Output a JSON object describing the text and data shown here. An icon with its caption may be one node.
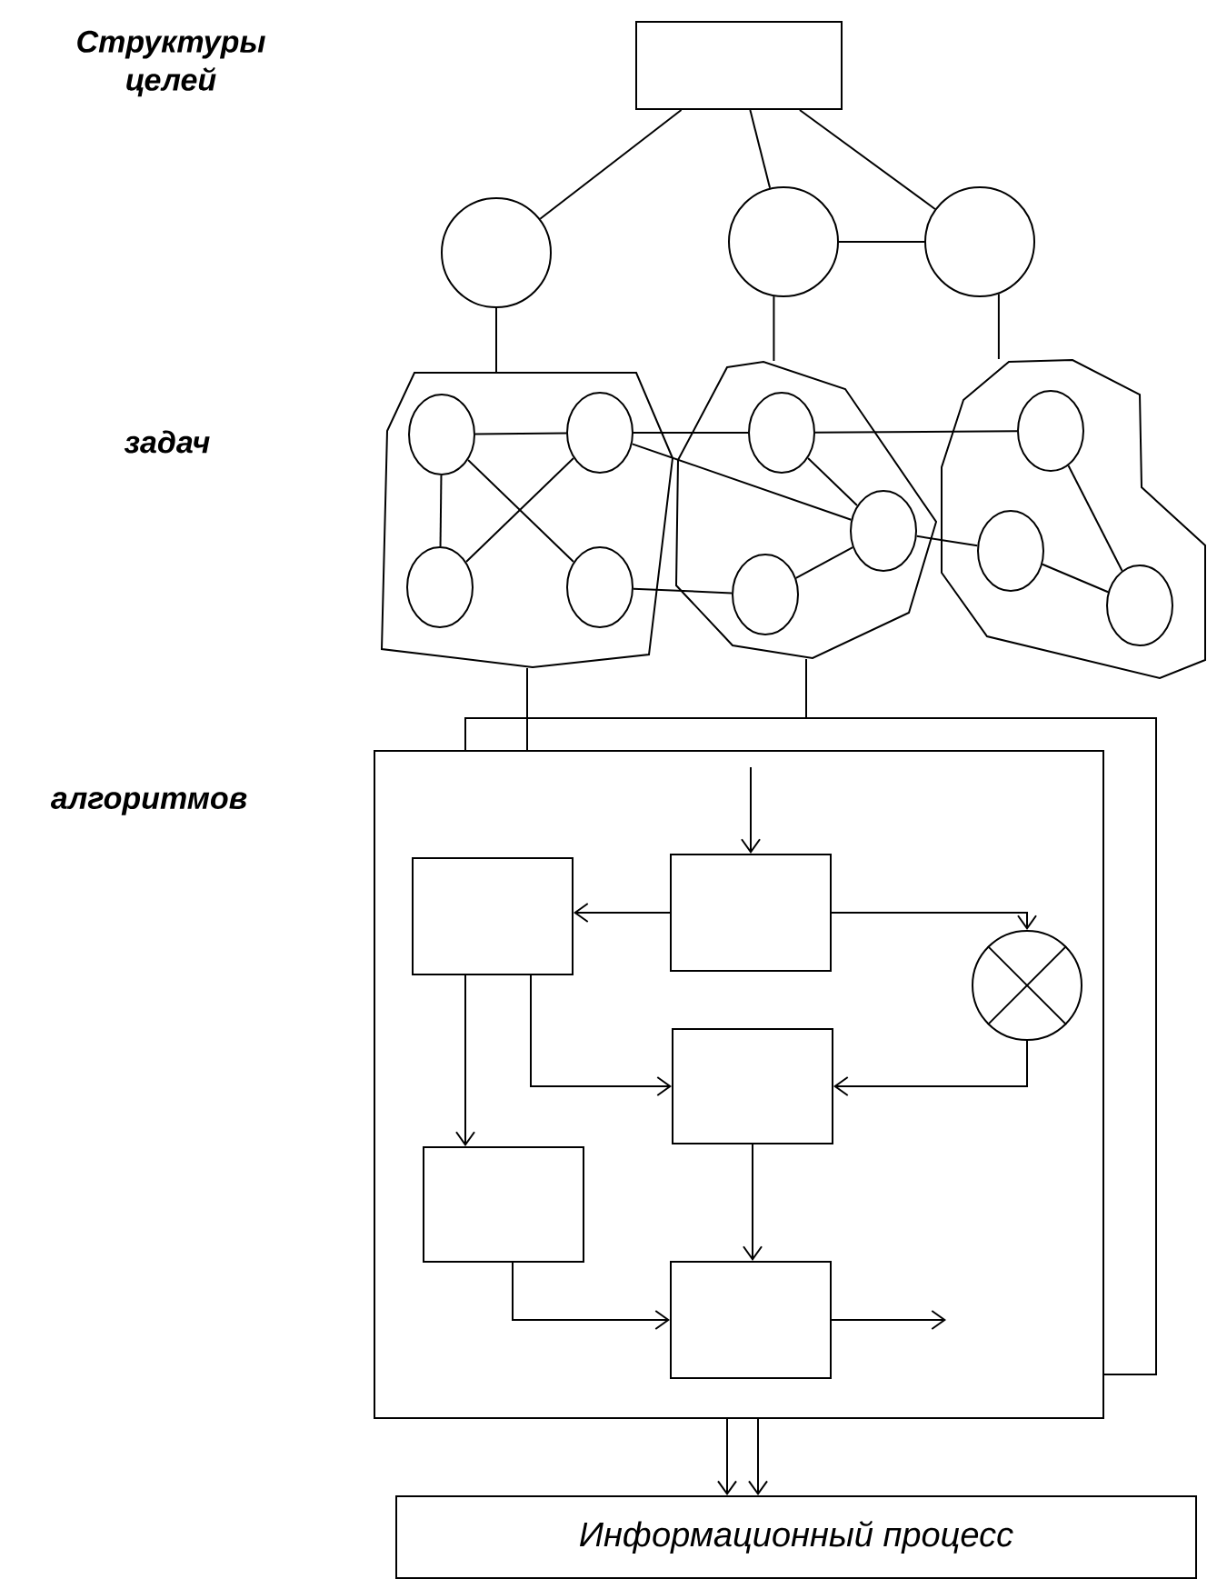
{
  "diagram": {
    "nodes": [
      {
        "text": [],
        "shape": "box"
      },
      {
        "text": [],
        "shape": "circle"
      },
      {
        "text": [],
        "shape": "circle"
      },
      {
        "text": [],
        "shape": "circle"
      },
      {
        "text": [],
        "shape": "polygon"
      },
      {
        "text": [],
        "shape": "ellipse",
        "in": 4
      },
      {
        "text": [],
        "shape": "ellipse",
        "in": 4
      },
      {
        "text": [],
        "shape": "ellipse",
        "in": 4
      },
      {
        "text": [],
        "shape": "ellipse",
        "in": 4
      },
      {
        "text": [],
        "shape": "polygon"
      },
      {
        "text": [],
        "shape": "ellipse",
        "in": 9
      },
      {
        "text": [],
        "shape": "ellipse",
        "in": 9
      },
      {
        "text": [],
        "shape": "ellipse",
        "in": 9
      },
      {
        "text": [],
        "shape": "polygon"
      },
      {
        "text": [],
        "shape": "ellipse",
        "in": 13
      },
      {
        "text": [],
        "shape": "ellipse",
        "in": 13
      },
      {
        "text": [],
        "shape": "ellipse",
        "in": 13
      },
      {
        "text": [],
        "shape": "box"
      },
      {
        "text": [],
        "shape": "box",
        "in": 17
      },
      {
        "text": [],
        "shape": "box",
        "in": 17
      },
      {
        "text": [],
        "shape": "circle",
        "in": 17
      },
      {
        "text": [],
        "shape": "box",
        "in": 17
      },
      {
        "text": [],
        "shape": "box",
        "in": 17
      },
      {
        "text": [],
        "shape": "box",
        "in": 17
      },
      {
        "text": [
          "Информационный процесс"
        ]
      }
    ],
    "edges": [
      {
        "from": 0,
        "to": 1,
        "arrow": "none"
      },
      {
        "from": 0,
        "to": 2,
        "arrow": "none"
      },
      {
        "from": 0,
        "to": 3,
        "arrow": "none"
      },
      {
        "from": 2,
        "to": 3,
        "arrow": "none"
      },
      {
        "from": 1,
        "to": 4,
        "arrow": "none"
      },
      {
        "from": 2,
        "to": 9,
        "arrow": "none"
      },
      {
        "from": 3,
        "to": 13,
        "arrow": "none"
      },
      {
        "from": 5,
        "to": 6,
        "arrow": "none"
      },
      {
        "from": 5,
        "to": 7,
        "arrow": "none"
      },
      {
        "from": 5,
        "to": 8,
        "arrow": "none"
      },
      {
        "from": 6,
        "to": 7,
        "arrow": "none"
      },
      {
        "from": 6,
        "to": 10,
        "arrow": "none"
      },
      {
        "from": 6,
        "to": 11,
        "arrow": "none"
      },
      {
        "from": 8,
        "to": 12,
        "arrow": "none"
      },
      {
        "from": 10,
        "to": 11,
        "arrow": "none"
      },
      {
        "from": 11,
        "to": 12,
        "arrow": "none"
      },
      {
        "from": 10,
        "to": 14,
        "arrow": "none"
      },
      {
        "from": 11,
        "to": 15,
        "arrow": "none"
      },
      {
        "from": 14,
        "to": 16,
        "arrow": "none"
      },
      {
        "from": 15,
        "to": 16,
        "arrow": "none"
      },
      {
        "from": 4,
        "to": 17,
        "arrow": "none"
      },
      {
        "from": 9,
        "to": 17,
        "arrow": "none"
      },
      {
        "from": null,
        "to": 19,
        "arrow": "to"
      },
      {
        "from": 19,
        "to": 18,
        "arrow": "to"
      },
      {
        "from": 19,
        "to": 20,
        "arrow": "to"
      },
      {
        "from": 18,
        "to": 22,
        "arrow": "to"
      },
      {
        "from": 18,
        "to": 21,
        "arrow": "to"
      },
      {
        "from": 20,
        "to": 21,
        "arrow": "to"
      },
      {
        "from": 21,
        "to": 23,
        "arrow": "to"
      },
      {
        "from": 22,
        "to": 23,
        "arrow": "to"
      },
      {
        "from": 23,
        "to": null,
        "arrow": "to"
      },
      {
        "from": 17,
        "to": 24,
        "arrow": "to"
      },
      {
        "from": 17,
        "to": 24,
        "arrow": "to"
      }
    ],
    "labels": [
      "Структуры целей",
      "задач",
      "алгоритмов"
    ]
  }
}
